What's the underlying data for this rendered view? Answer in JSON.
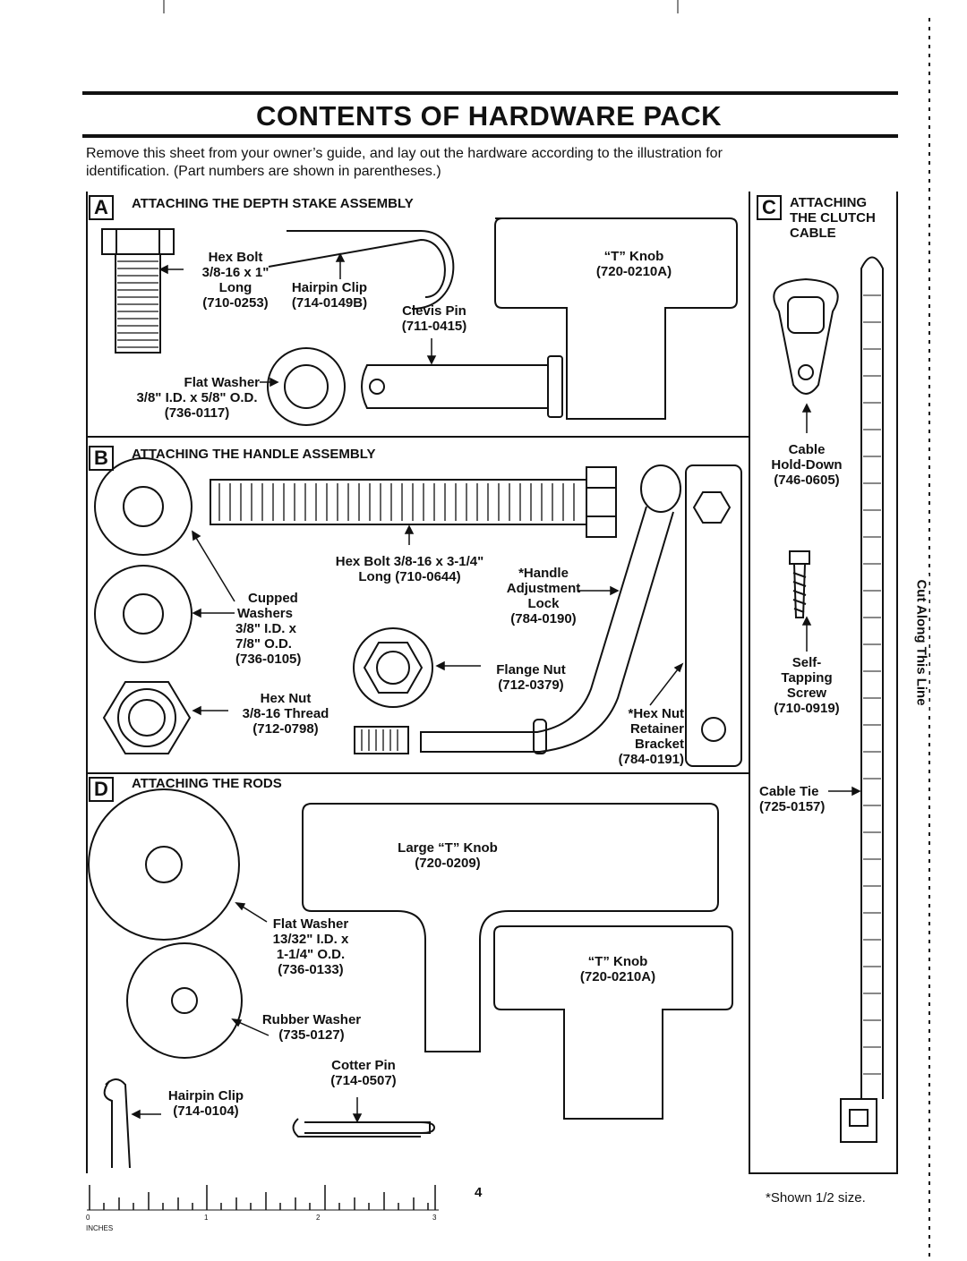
{
  "title": "CONTENTS OF HARDWARE PACK",
  "intro": {
    "line1": "Remove this sheet from your owner’s guide, and lay out the hardware according to the illustration for",
    "line2": "identification. (Part numbers are shown in parentheses.)"
  },
  "sections": {
    "a": {
      "letter": "A",
      "title": "ATTACHING THE DEPTH STAKE ASSEMBLY",
      "hex_bolt": [
        "Hex Bolt",
        "3/8-16 x 1\"",
        "Long",
        "(710-0253)"
      ],
      "hairpin_clip": [
        "Hairpin Clip",
        "(714-0149B)"
      ],
      "clevis_pin": [
        "Clevis Pin",
        "(711-0415)"
      ],
      "flat_washer": [
        "Flat Washer",
        "3/8\" I.D. x 5/8\" O.D.",
        "(736-0117)"
      ],
      "t_knob": [
        "“T” Knob",
        "(720-0210A)"
      ]
    },
    "b": {
      "letter": "B",
      "title": "ATTACHING THE HANDLE ASSEMBLY",
      "hex_bolt": [
        "Hex Bolt 3/8-16 x 3-1/4\"",
        "Long (710-0644)"
      ],
      "handle_lock": [
        "*Handle",
        "Adjustment",
        "Lock",
        "(784-0190)"
      ],
      "cupped_washers": [
        "Cupped",
        "Washers",
        "3/8\" I.D. x",
        "7/8\" O.D.",
        "(736-0105)"
      ],
      "flange_nut": [
        "Flange Nut",
        "(712-0379)"
      ],
      "hex_nut": [
        "Hex Nut",
        "3/8-16 Thread",
        "(712-0798)"
      ],
      "retainer": [
        "*Hex Nut",
        "Retainer",
        "Bracket",
        "(784-0191)"
      ]
    },
    "c": {
      "letter": "C",
      "title": [
        "ATTACHING",
        "THE CLUTCH",
        "CABLE"
      ],
      "hold_down": [
        "Cable",
        "Hold-Down",
        "(746-0605)"
      ],
      "screw": [
        "Self-",
        "Tapping",
        "Screw",
        "(710-0919)"
      ],
      "cable_tie": [
        "Cable Tie",
        "(725-0157)"
      ]
    },
    "d": {
      "letter": "D",
      "title": "ATTACHING THE RODS",
      "large_knob": [
        "Large “T” Knob",
        "(720-0209)"
      ],
      "flat_washer": [
        "Flat Washer",
        "13/32\" I.D. x",
        "1-1/4\" O.D.",
        "(736-0133)"
      ],
      "t_knob": [
        "“T” Knob",
        "(720-0210A)"
      ],
      "rubber_washer": [
        "Rubber Washer",
        "(735-0127)"
      ],
      "cotter_pin": [
        "Cotter Pin",
        "(714-0507)"
      ],
      "hairpin_clip": [
        "Hairpin Clip",
        "(714-0104)"
      ]
    }
  },
  "footer": {
    "page_number": "4",
    "note": "*Shown 1/2 size.",
    "ruler_labels": [
      "0",
      "1",
      "2",
      "3"
    ],
    "ruler_units": "INCHES"
  },
  "cut_line": "Cut Along This Line"
}
